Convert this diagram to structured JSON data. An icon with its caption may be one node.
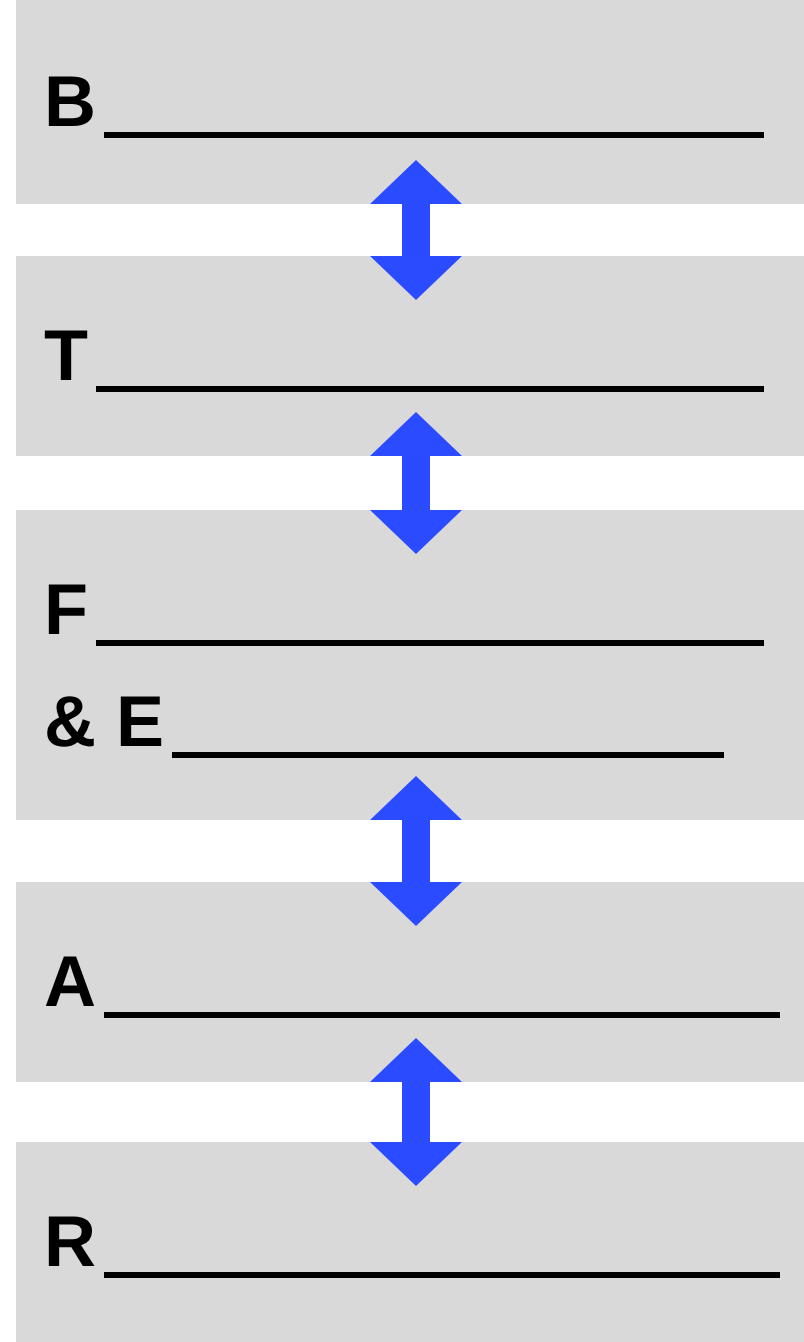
{
  "diagram": {
    "nodes": [
      {
        "text": [
          "B"
        ]
      },
      {
        "text": [
          "T"
        ]
      },
      {
        "text": [
          "F",
          "& E"
        ]
      },
      {
        "text": [
          "A"
        ]
      },
      {
        "text": [
          "R"
        ]
      }
    ],
    "edges": [
      {
        "from": 0,
        "to": 1,
        "arrow": "both"
      },
      {
        "from": 1,
        "to": 2,
        "arrow": "both"
      },
      {
        "from": 2,
        "to": 3,
        "arrow": "both"
      },
      {
        "from": 3,
        "to": 4,
        "arrow": "both"
      }
    ]
  }
}
